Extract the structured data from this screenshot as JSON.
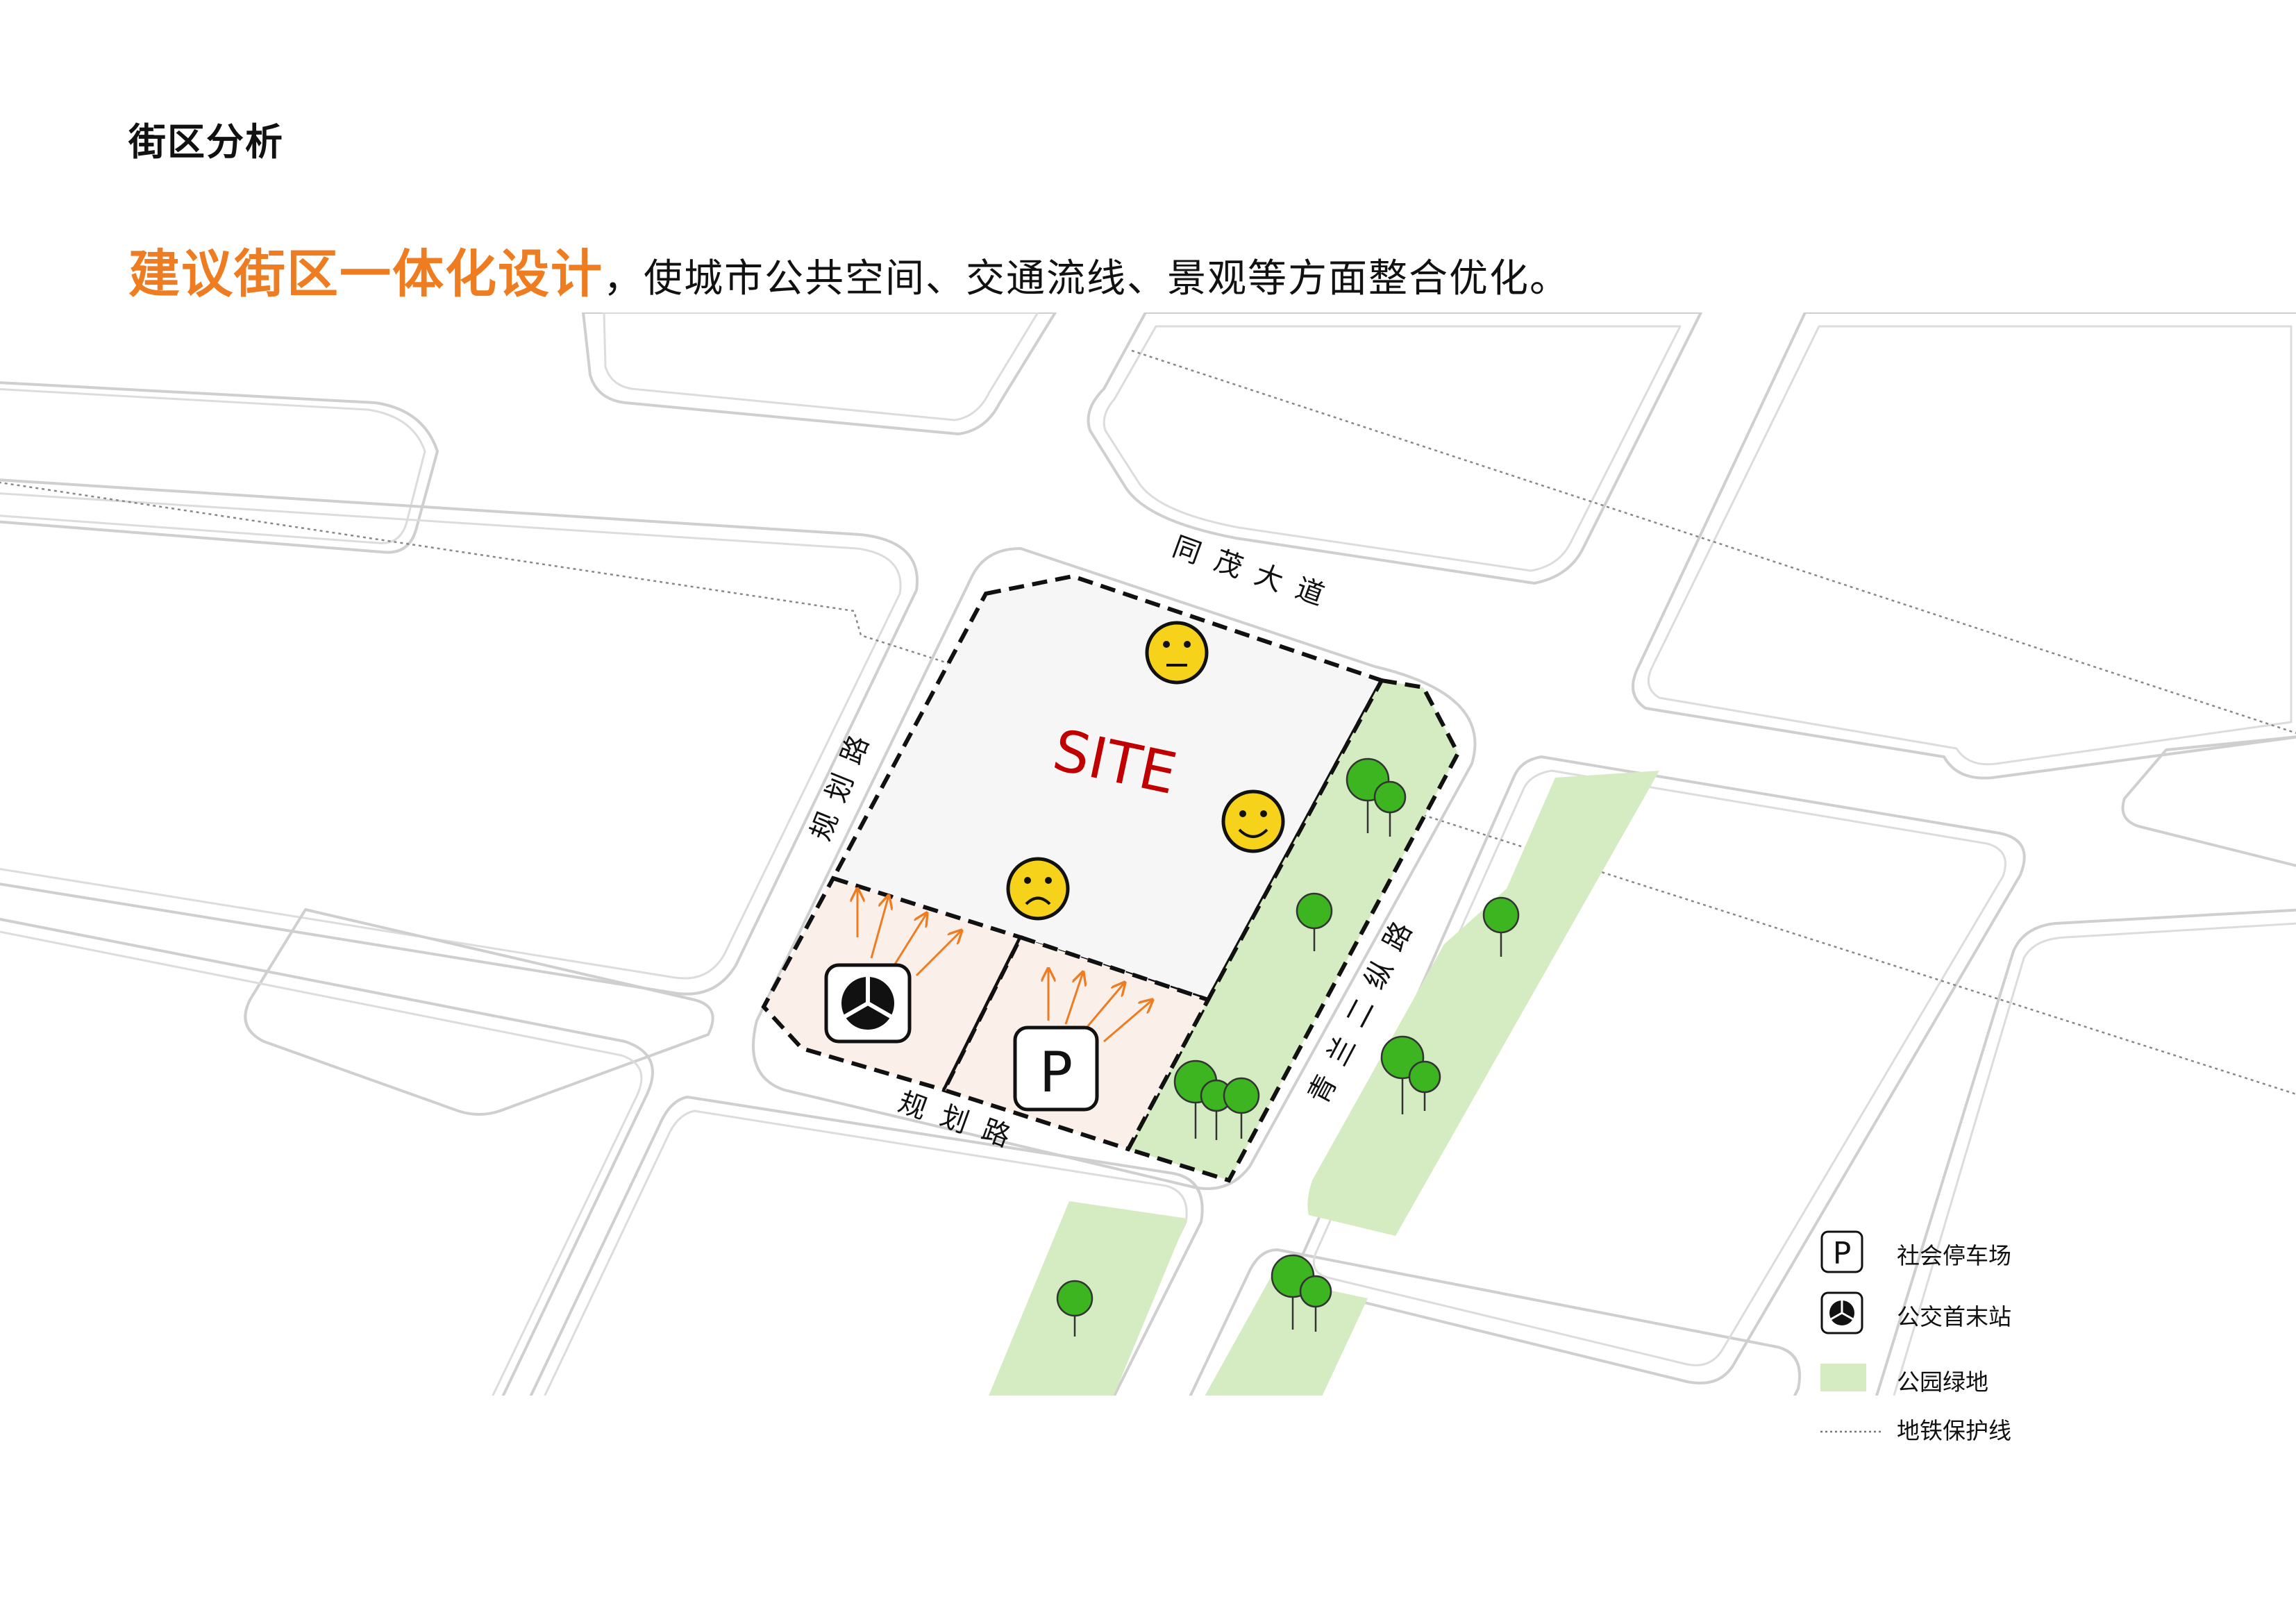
{
  "section_title": "街区分析",
  "headline": {
    "highlight": "建议街区一体化设计",
    "rest": "，使城市公共空间、交通流线、景观等方面整合优化。"
  },
  "map": {
    "site_label": "SITE",
    "roads": {
      "north": [
        "同",
        "茂",
        "大",
        "道"
      ],
      "west": [
        "规",
        "划",
        "路"
      ],
      "south": [
        "规",
        "划",
        "路"
      ],
      "east": [
        "青",
        "兰",
        "二",
        "纵",
        "路"
      ]
    },
    "parking_symbol": "P",
    "faces": [
      "neutral-face-icon",
      "happy-face-icon",
      "sad-face-icon"
    ]
  },
  "legend": {
    "parking": "社会停车场",
    "bus": "公交首末站",
    "park": "公园绿地",
    "metro": "地铁保护线"
  },
  "colors": {
    "accent": "#ee7d22",
    "site_fill": "#f6f6f6",
    "pink_zone": "#fbefe9",
    "green_zone": "#d5ecc3",
    "tree": "#3cb521",
    "site_text": "#c00000",
    "face": "#f7d21a"
  }
}
